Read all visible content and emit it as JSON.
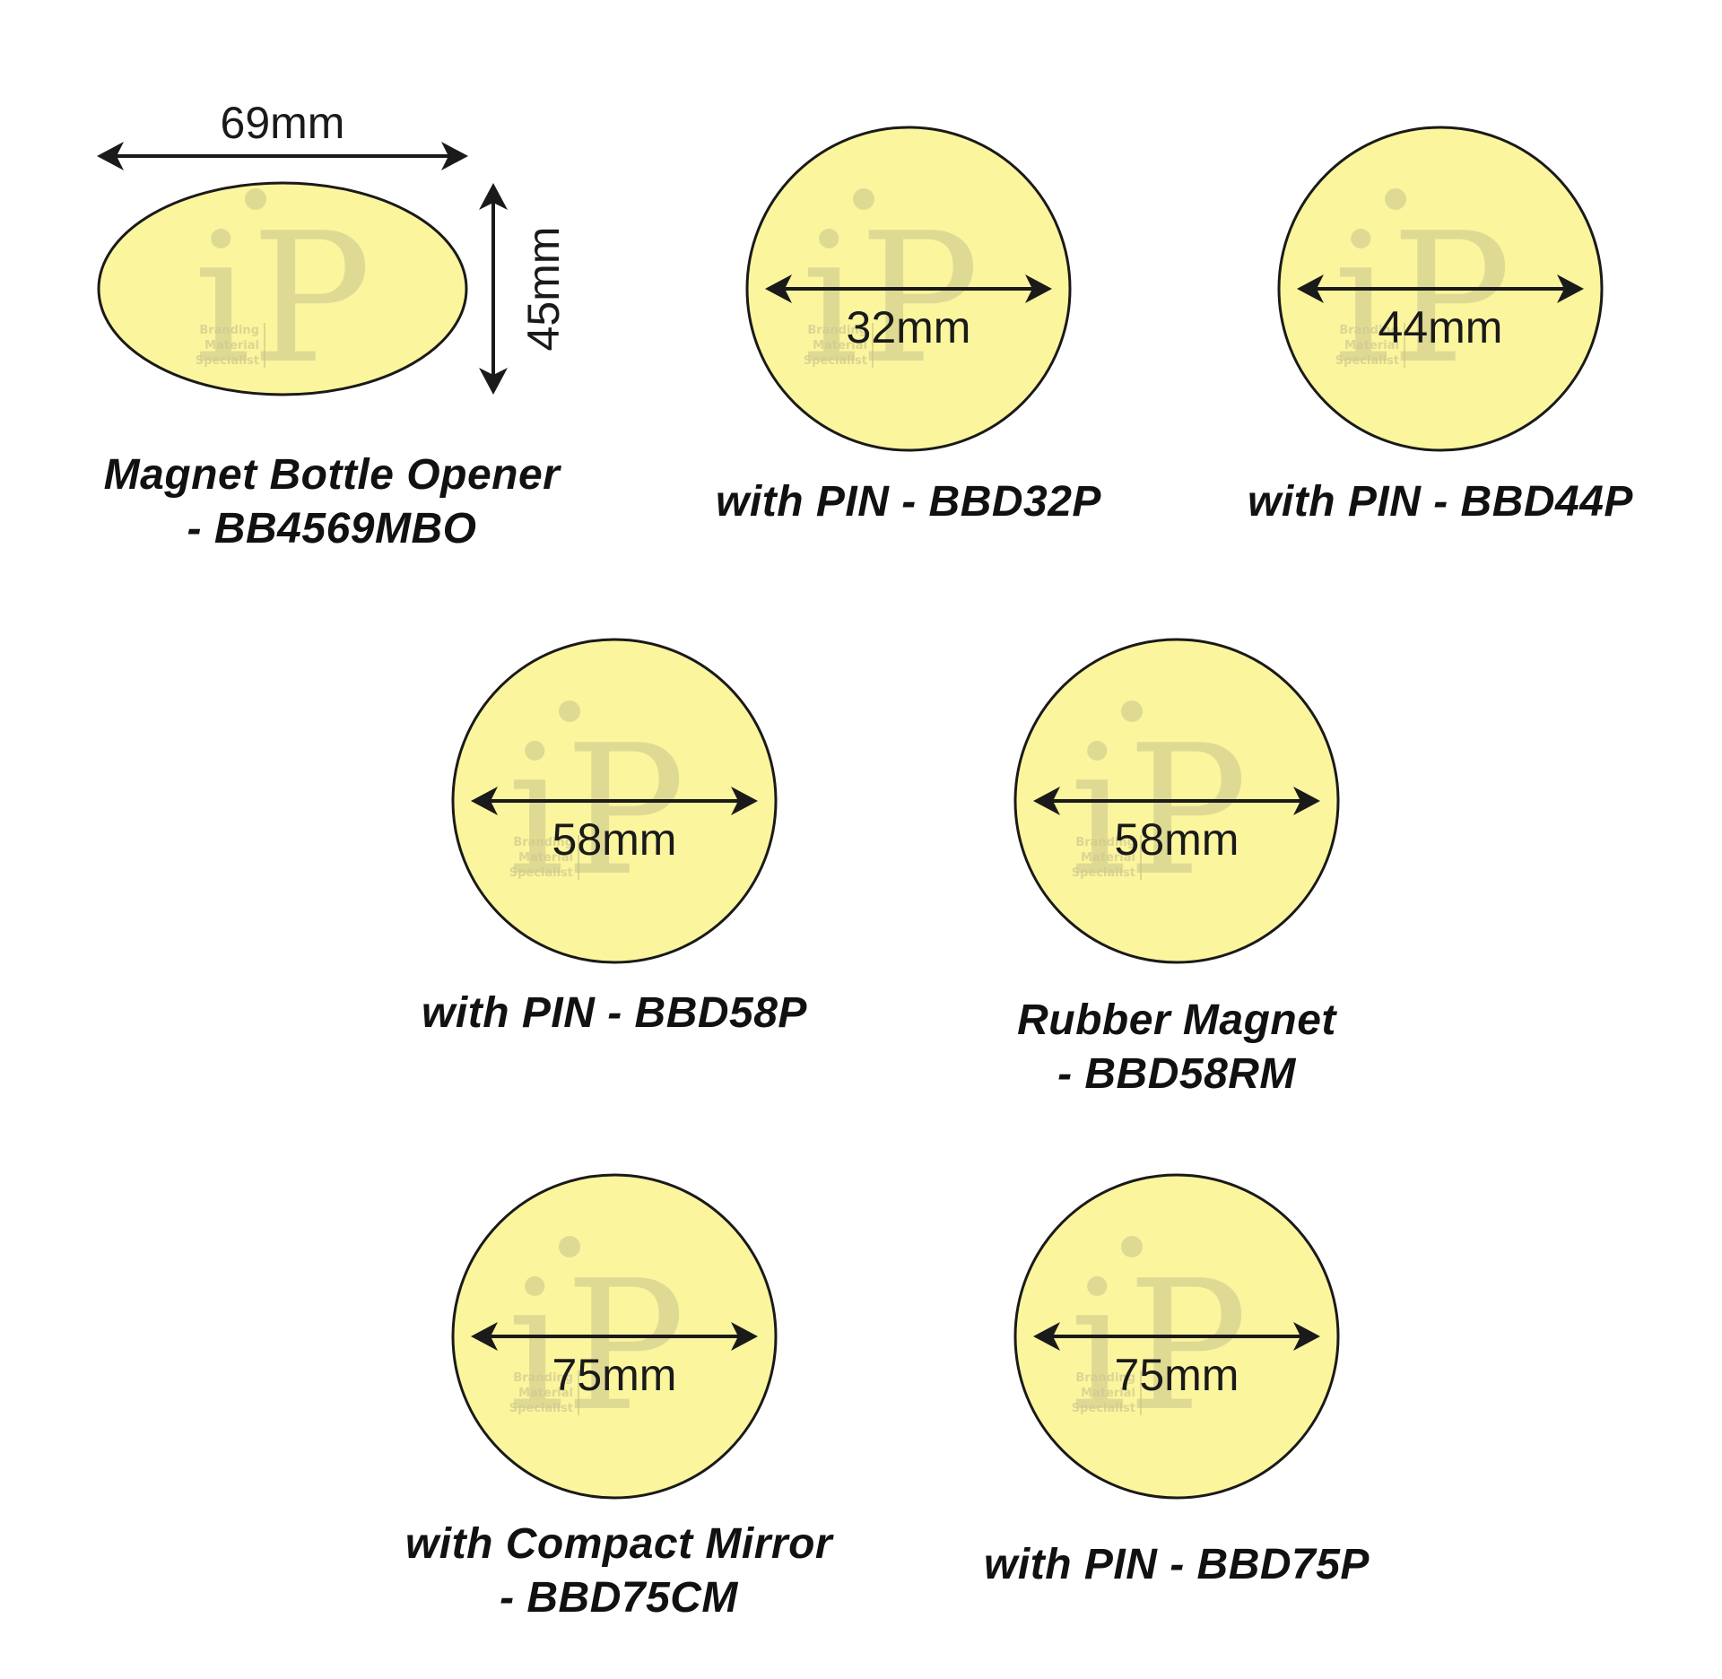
{
  "colors": {
    "badge_fill": "#fbf59e",
    "outline": "#1a1a1a",
    "arrow": "#1a1a1a",
    "watermark": "#c9c38a"
  },
  "watermark": {
    "mark": "iP",
    "lines": [
      "Branding",
      "Material",
      "Specialist"
    ]
  },
  "items": [
    {
      "shape": "ellipse",
      "width_label": "69mm",
      "height_label": "45mm",
      "caption_lines": [
        "Magnet Bottle Opener",
        "- BB4569MBO"
      ]
    },
    {
      "shape": "circle",
      "width_label": "32mm",
      "caption_lines": [
        "with PIN - BBD32P"
      ]
    },
    {
      "shape": "circle",
      "width_label": "44mm",
      "caption_lines": [
        "with PIN - BBD44P"
      ]
    },
    {
      "shape": "circle",
      "width_label": "58mm",
      "caption_lines": [
        "with PIN - BBD58P"
      ]
    },
    {
      "shape": "circle",
      "width_label": "58mm",
      "caption_lines": [
        "Rubber Magnet",
        "- BBD58RM"
      ]
    },
    {
      "shape": "circle",
      "width_label": "75mm",
      "caption_lines": [
        "with Compact Mirror",
        "- BBD75CM"
      ]
    },
    {
      "shape": "circle",
      "width_label": "75mm",
      "caption_lines": [
        "with PIN - BBD75P"
      ]
    }
  ]
}
